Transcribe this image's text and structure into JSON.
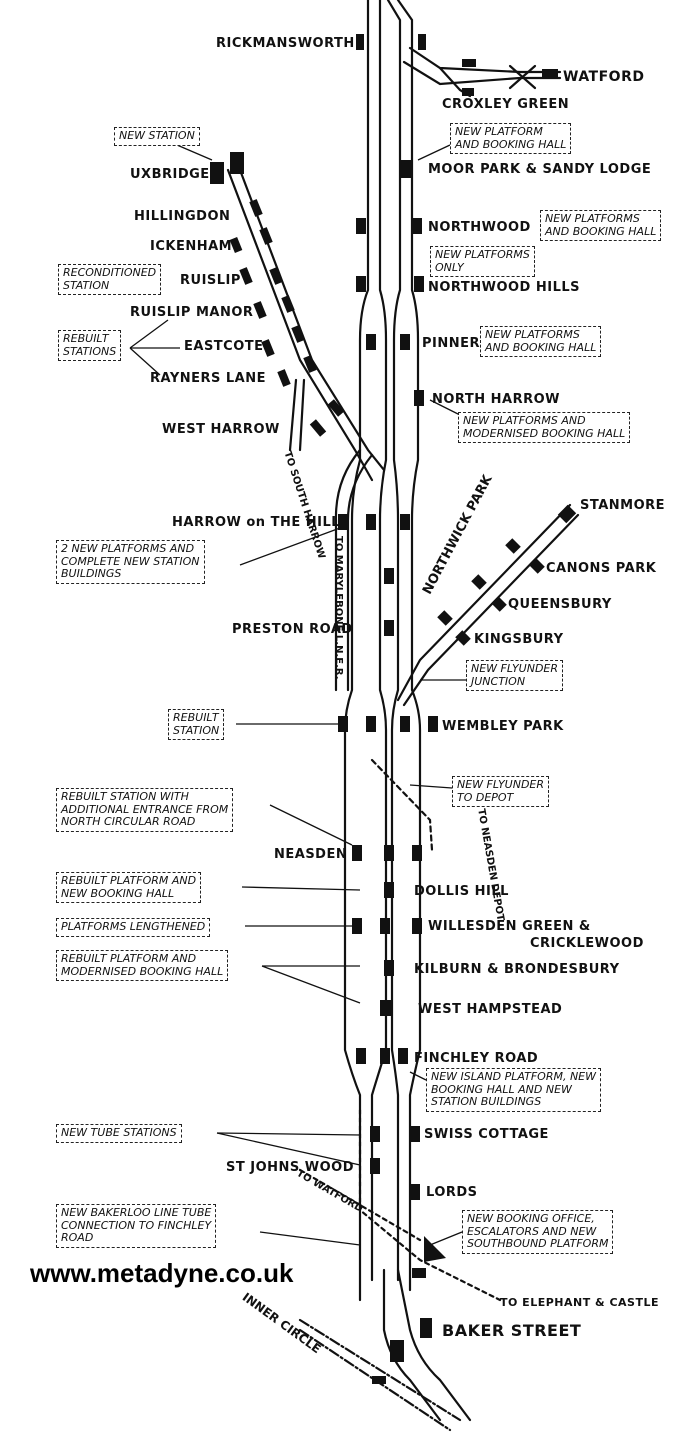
{
  "stations": {
    "rickmansworth": "RICKMANSWORTH",
    "watford": "WATFORD",
    "croxley_green": "CROXLEY GREEN",
    "moor_park": "MOOR PARK & SANDY LODGE",
    "uxbridge": "UXBRIDGE",
    "hillingdon": "HILLINGDON",
    "northwood": "NORTHWOOD",
    "ickenham": "ICKENHAM",
    "ruislip": "RUISLIP",
    "northwood_hills": "NORTHWOOD HILLS",
    "ruislip_manor": "RUISLIP MANOR",
    "eastcote": "EASTCOTE",
    "pinner": "PINNER",
    "rayners_lane": "RAYNERS LANE",
    "north_harrow": "NORTH HARROW",
    "west_harrow": "WEST HARROW",
    "stanmore": "STANMORE",
    "harrow_on_the_hill": "HARROW on THE HILL",
    "northwick_park": "NORTHWICK PARK",
    "canons_park": "CANONS PARK",
    "queensbury": "QUEENSBURY",
    "preston_road": "PRESTON ROAD",
    "kingsbury": "KINGSBURY",
    "wembley_park": "WEMBLEY PARK",
    "neasden": "NEASDEN",
    "dollis_hill": "DOLLIS HILL",
    "willesden_green_1": "WILLESDEN GREEN &",
    "willesden_green_2": "CRICKLEWOOD",
    "kilburn": "KILBURN & BRONDESBURY",
    "west_hampstead": "WEST HAMPSTEAD",
    "finchley_road": "FINCHLEY ROAD",
    "swiss_cottage": "SWISS COTTAGE",
    "st_johns_wood": "ST JOHNS WOOD",
    "lords": "LORDS",
    "baker_street": "BAKER STREET"
  },
  "route_labels": {
    "to_south_harrow": "TO SOUTH HARROW",
    "to_marylebone": "TO MARYLEBONE L.N.E.R.",
    "to_neasden_depot": "TO NEASDEN DEPOT",
    "to_watford": "TO WATFORD",
    "to_elephant": "TO ELEPHANT & CASTLE",
    "inner_circle": "INNER CIRCLE"
  },
  "notes": {
    "new_station": "NEW STATION",
    "moor_park_note": "NEW PLATFORM\nAND BOOKING HALL",
    "northwood_note": "NEW PLATFORMS\nAND BOOKING HALL",
    "platforms_only": "NEW PLATFORMS\nONLY",
    "reconditioned": "RECONDITIONED\nSTATION",
    "rebuilt_stations": "REBUILT\nSTATIONS",
    "pinner_note": "NEW PLATFORMS\nAND BOOKING HALL",
    "north_harrow_note": "NEW PLATFORMS AND\nMODERNISED BOOKING HALL",
    "harrow_note": "2 NEW PLATFORMS AND\nCOMPLETE NEW STATION\nBUILDINGS",
    "flyunder_junction": "NEW FLYUNDER\nJUNCTION",
    "rebuilt_station": "REBUILT\nSTATION",
    "neasden_note": "REBUILT STATION WITH\nADDITIONAL ENTRANCE FROM\nNORTH CIRCULAR ROAD",
    "flyunder_depot": "NEW FLYUNDER\nTO DEPOT",
    "dollis_note": "REBUILT PLATFORM AND\nNEW BOOKING HALL",
    "lengthened": "PLATFORMS LENGTHENED",
    "kilburn_note": "REBUILT PLATFORM AND\nMODERNISED BOOKING HALL",
    "finchley_note": "NEW ISLAND PLATFORM, NEW\nBOOKING HALL AND NEW\nSTATION BUILDINGS",
    "tube_stations": "NEW TUBE STATIONS",
    "bakerloo_note": "NEW BAKERLOO LINE TUBE\nCONNECTION TO FINCHLEY\nROAD",
    "baker_note": "NEW BOOKING OFFICE,\nESCALATORS AND NEW\nSOUTHBOUND PLATFORM"
  },
  "watermark": "www.metadyne.co.uk"
}
